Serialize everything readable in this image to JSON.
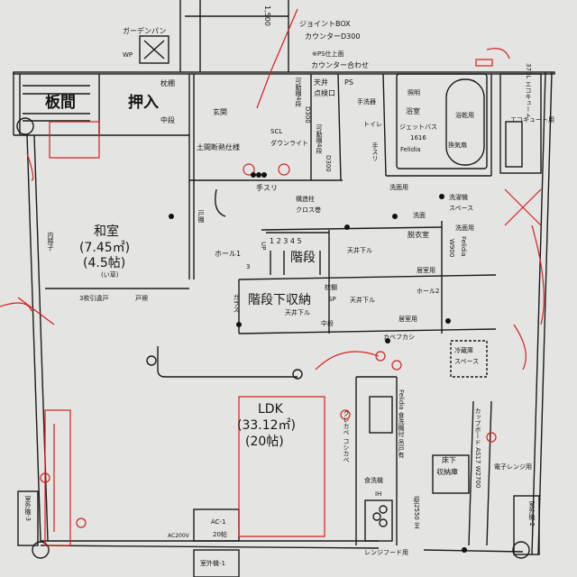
{
  "title": "1F floor plan (annotated)",
  "colors": {
    "paper": "#e4e4e2",
    "ink": "#151515",
    "redpen": "#d42020"
  },
  "exterior": {
    "garden_pan": "ガーデンパン",
    "wp": "WP",
    "joint_box": "ジョイントBOX",
    "counter": "カウンターD300",
    "ps_note1": "※PS仕上面",
    "ps_note2": "カウンター合わせ",
    "dim": "1,500"
  },
  "rooms": {
    "itama": "板間",
    "oshiire": "押入",
    "makuradana": "枕棚",
    "chudan": "中段",
    "genkan": "玄関",
    "doma": "土間断熱仕様",
    "scl": "SCL",
    "downlight": "ダウンライト",
    "shelf1": "可動棚4段",
    "shelf1b": "D300",
    "shelf2": "可動棚4段",
    "shelf2b": "D300",
    "tenjo1": "天井",
    "tenjo2": "点検口",
    "ps": "PS",
    "tearai": "手洗器",
    "toilet": "トイレ",
    "tesuri_v": "手スリ",
    "shomei": "照明",
    "yokushitsu": "浴室",
    "jetbath": "ジェットバス",
    "bath_size": "1616",
    "bath_brand": "Felidia",
    "yokukan": "浴乾用",
    "kankisen": "換気扇",
    "ecocute_tank": "370L エコキュート",
    "ecocute_for": "エコキュート用",
    "tesuri": "手スリ",
    "kozo1": "構造柱",
    "kozo2": "クロス巻",
    "senmen_yo": "洗面用",
    "sentaku1": "洗濯機",
    "sentaku2": "スペース",
    "senmen": "洗面",
    "datsui": "脱衣室",
    "senmen_yo2": "洗面用",
    "w900": "W900",
    "felidia2": "Felidia",
    "washitsu": "和室",
    "washitsu_area": "(7.45㎡)",
    "washitsu_jo": "(4.5帖)",
    "igusa": "(い草)",
    "uchishoji": "内障子",
    "todana": "戸棚",
    "hall1": "ホール1",
    "up": "UP",
    "steps": "1 2 3 4 5",
    "kaidan": "階段",
    "tenjo_sagaru1": "天井下ル",
    "tenjo_sagaru2": "天井下ル",
    "kyoshitsu1": "居室用",
    "num3": "3",
    "makuradana2": "枕棚",
    "kaidan_shuno": "階段下収納",
    "sp": "SP",
    "tenjo_sagaru3": "天井下ル",
    "chudan2": "中段",
    "hall2": "ホール2",
    "hikichigai": "3枚引違戸",
    "tobusuma": "戸襖",
    "glass": "ガラス",
    "kyoshitsu2": "居室用",
    "kabe_fukashi": "カベフカシ",
    "reizoko1": "冷蔵庫",
    "reizoko2": "スペース",
    "ldk": "LDK",
    "ldk_area": "(33.12㎡)",
    "ldk_jo": "(20帖)",
    "kosikabe": "クレカベ コシカベ",
    "kitchen": "Felidia 食洗機付 吊戸有",
    "shokusenki": "食洗機",
    "ih": "IH",
    "kitchen_type": "I型2550 IH",
    "cupboard": "カップボード AS17 W2700",
    "yukashita1": "床下",
    "yukashita2": "収納庫",
    "microwave": "電子レンジ用",
    "outdoor3": "室外機-3",
    "ac1": "AC-1",
    "ac_jo": "20帖",
    "ac200": "AC200V",
    "outdoor1": "室外機-1",
    "rangehood": "レンジフード用",
    "outdoor2": "室外機-2"
  }
}
